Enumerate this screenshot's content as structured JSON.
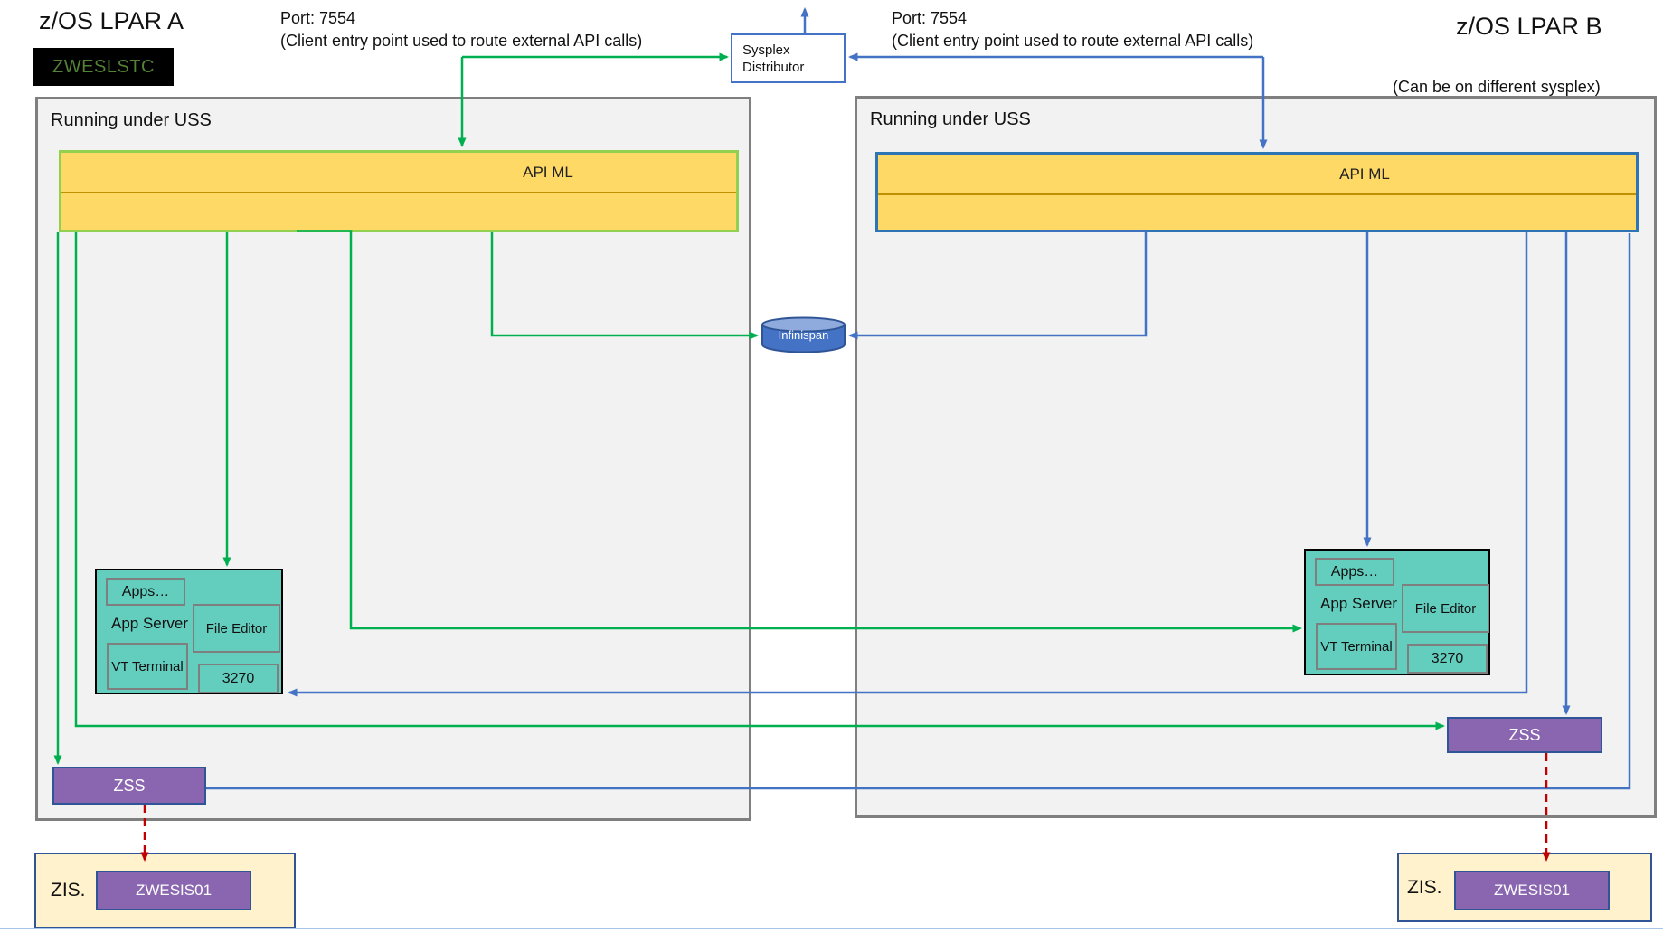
{
  "header": {
    "lpar_a_title": "z/OS LPAR A",
    "lpar_b_title": "z/OS LPAR B",
    "lpar_b_note": "(Can be on different sysplex)",
    "zweslstc_badge": "ZWESLSTC",
    "port_a": {
      "port": "Port: 7554",
      "desc": "(Client entry point used to route external API calls)"
    },
    "port_b": {
      "port": "Port: 7554",
      "desc": "(Client entry point used to route external API calls)"
    },
    "sysplex_distributor": "Sysplex Distributor"
  },
  "infinispan": {
    "label": "Infinispan"
  },
  "lpar_a": {
    "uss_label": "Running under USS",
    "apiml_label": "API ML",
    "app_server": {
      "title": "App Server",
      "apps": "Apps…",
      "file_editor": "File Editor",
      "vt_terminal": "VT Terminal",
      "t3270": "3270"
    },
    "zss_label": "ZSS",
    "zis_label": "ZIS.",
    "zwesis_label": "ZWESIS01"
  },
  "lpar_b": {
    "uss_label": "Running under USS",
    "apiml_label": "API ML",
    "app_server": {
      "title": "App Server",
      "apps": "Apps…",
      "file_editor": "File Editor",
      "vt_terminal": "VT Terminal",
      "t3270": "3270"
    },
    "zss_label": "ZSS",
    "zis_label": "ZIS.",
    "zwesis_label": "ZWESIS01"
  },
  "colors": {
    "green_arrow": "#00B050",
    "blue_arrow": "#4472C4",
    "red_dashed": "#C00000",
    "apiml_fill": "#FFD966",
    "apiml_a_border": "#92D050",
    "apiml_b_border": "#2E75B6",
    "apiml_divider": "#BF9000",
    "uss_fill": "#F2F2F2",
    "uss_border": "#7F7F7F",
    "appserver_fill": "#63CDBE",
    "purple_fill": "#8A66B0",
    "dark_blue_border": "#2F5597",
    "zis_fill": "#FFF2CC",
    "zweslstc_text": "#538135",
    "bottom_rule": "#A6C3E6"
  }
}
